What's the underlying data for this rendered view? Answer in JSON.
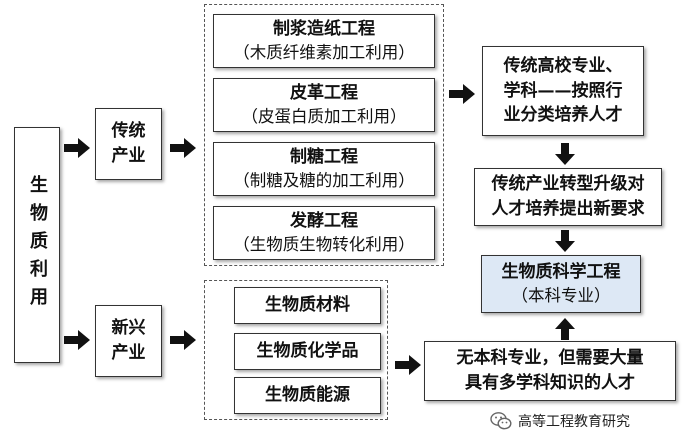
{
  "left_root": {
    "text": "生物质利用"
  },
  "branches": {
    "traditional": {
      "line1": "传统",
      "line2": "产业"
    },
    "emerging": {
      "line1": "新兴",
      "line2": "产业"
    }
  },
  "traditional_items": [
    {
      "title": "制浆造纸工程",
      "detail": "（木质纤维素加工利用）"
    },
    {
      "title": "皮革工程",
      "detail": "（皮蛋白质加工利用）"
    },
    {
      "title": "制糖工程",
      "detail": "（制糖及糖的加工利用）"
    },
    {
      "title": "发酵工程",
      "detail": "（生物质生物转化利用）"
    }
  ],
  "emerging_items": [
    {
      "title": "生物质材料"
    },
    {
      "title": "生物质化学品"
    },
    {
      "title": "生物质能源"
    }
  ],
  "right_boxes": {
    "traditional_talent": {
      "line1": "传统高校专业、",
      "line2": "学科——按照行",
      "line3": "业分类培养人才"
    },
    "upgrade": {
      "line1": "传统产业转型升级对",
      "line2": "人才培养提出新要求"
    },
    "biomass_science": {
      "line1": "生物质科学工程",
      "line2": "（本科专业）"
    },
    "no_major": {
      "line1": "无本科专业，但需要大量",
      "line2": "具有多学科知识的人才"
    }
  },
  "watermark": {
    "text": "高等工程教育研究",
    "icon": "wechat-icon"
  },
  "colors": {
    "highlight": "#dde8f5",
    "border": "#333333"
  }
}
